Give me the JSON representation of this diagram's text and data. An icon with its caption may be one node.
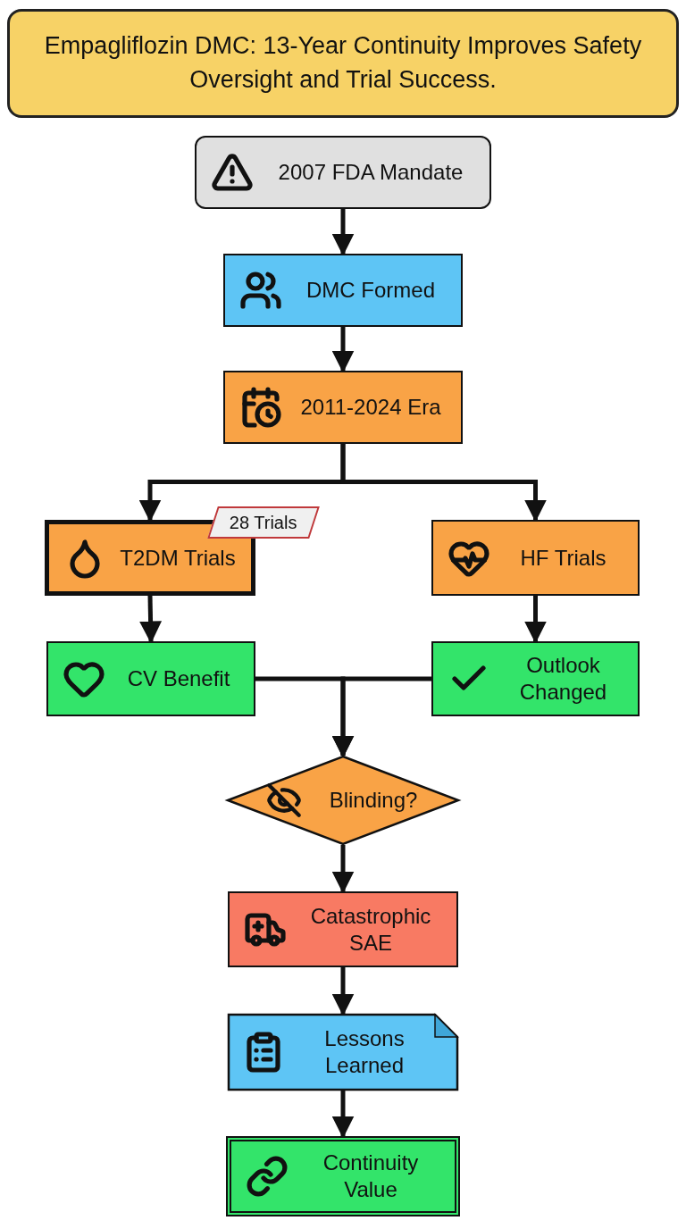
{
  "diagram": {
    "title": "Empagliflozin DMC: 13-Year Continuity Improves Safety Oversight and Trial Success.",
    "nodes": [
      {
        "text": [
          "2007 FDA Mandate"
        ]
      },
      {
        "text": [
          "DMC Formed"
        ]
      },
      {
        "text": [
          "2011-2024 Era"
        ]
      },
      {
        "text": [
          "T2DM Trials"
        ],
        "beside": [
          "28 Trials"
        ]
      },
      {
        "text": [
          "HF Trials"
        ]
      },
      {
        "text": [
          "CV Benefit"
        ]
      },
      {
        "text": [
          "Outlook Changed"
        ]
      },
      {
        "text": [
          "Blinding?"
        ]
      },
      {
        "text": [
          "Catastrophic SAE"
        ]
      },
      {
        "text": [
          "Lessons Learned"
        ]
      },
      {
        "text": [
          "Continuity Value"
        ]
      }
    ],
    "edges": [
      {
        "from": 0,
        "to": 1,
        "arrow": "to"
      },
      {
        "from": 1,
        "to": 2,
        "arrow": "to"
      },
      {
        "from": 2,
        "to": 3,
        "arrow": "to"
      },
      {
        "from": 2,
        "to": 4,
        "arrow": "to"
      },
      {
        "from": 3,
        "to": 5,
        "arrow": "to"
      },
      {
        "from": 4,
        "to": 6,
        "arrow": "to"
      },
      {
        "from": 5,
        "to": 7,
        "arrow": "to"
      },
      {
        "from": 6,
        "to": 7,
        "arrow": "to"
      },
      {
        "from": 7,
        "to": 8,
        "arrow": "to"
      },
      {
        "from": 8,
        "to": 9,
        "arrow": "to"
      },
      {
        "from": 9,
        "to": 10,
        "arrow": "to"
      }
    ]
  }
}
